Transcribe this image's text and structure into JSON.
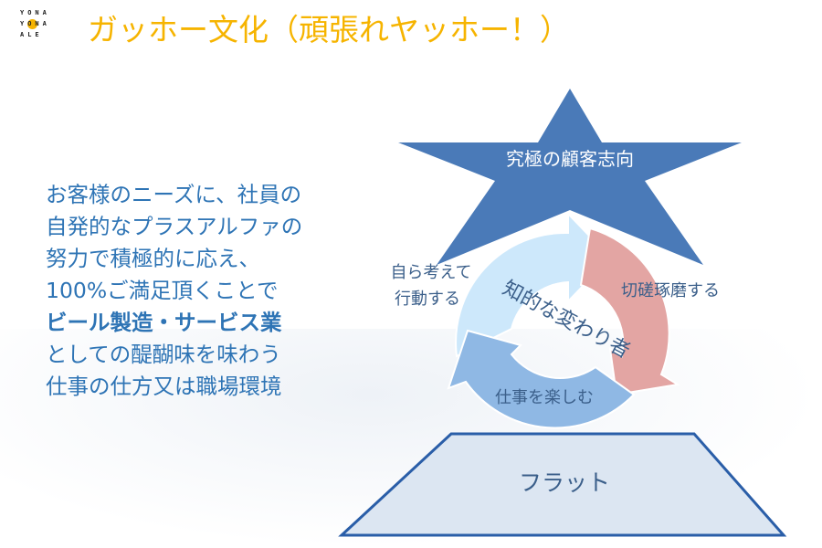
{
  "logo": {
    "lines": [
      "YONA",
      "YONA",
      "ALE"
    ]
  },
  "title": "ガッホー文化（頑張れヤッホー！）",
  "body_lines": [
    "お客様のニーズに、社員の",
    "自発的なプラスアルファの",
    "努力で積極的に応え、",
    "100%ご満足頂くことで",
    "ビール製造・サービス業",
    "としての醍醐味を味わう",
    "仕事の仕方又は職場環境"
  ],
  "diagram": {
    "star_label": "究極の顧客志向",
    "cycle_left_line1": "自ら考えて",
    "cycle_left_line2": "行動する",
    "cycle_right": "切磋琢磨する",
    "cycle_bottom": "仕事を楽しむ",
    "cycle_center": "知的な変わり者",
    "base_label": "フラット"
  },
  "colors": {
    "title": "#f6b400",
    "body_text": "#2e74b5",
    "star": "#4a7ab8",
    "arrow_light": "#cde8fb",
    "arrow_pink": "#e3a5a3",
    "arrow_blue": "#8fb8e4",
    "base_fill": "#dce6f2",
    "base_stroke": "#2a5ea8"
  }
}
